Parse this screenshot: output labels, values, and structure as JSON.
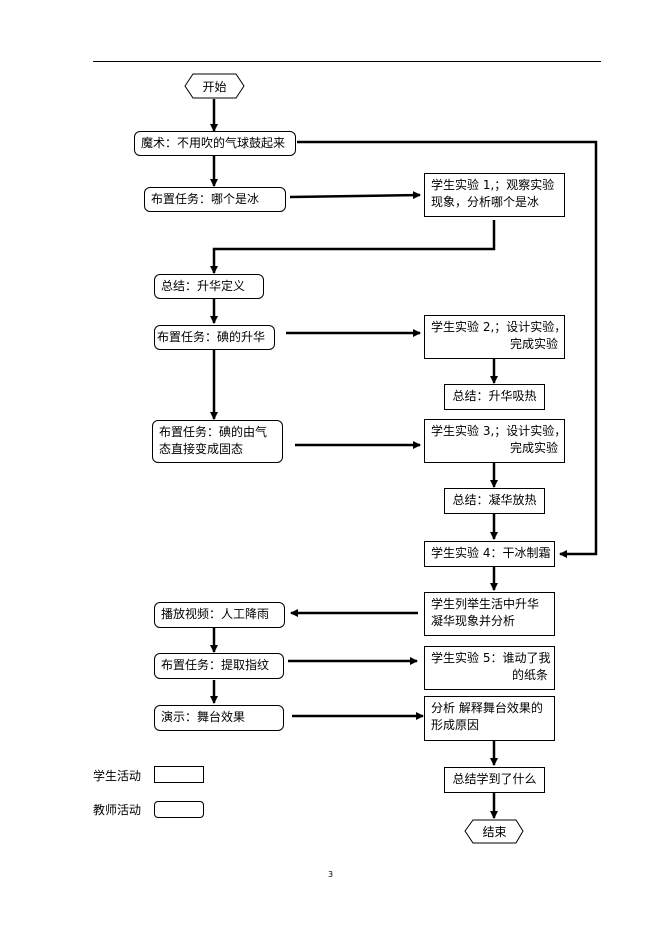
{
  "flowchart": {
    "start": "开始",
    "end": "结束",
    "teacher_nodes": [
      {
        "id": "magic",
        "text": "魔术：不用吹的气球鼓起来"
      },
      {
        "id": "task1",
        "text": "布置任务：哪个是冰"
      },
      {
        "id": "summary-def",
        "text": "总结：升华定义"
      },
      {
        "id": "task2",
        "text": "布置任务：碘的升华"
      },
      {
        "id": "task3",
        "lines": [
          "布置任务：碘的由气",
          "态直接变成固态"
        ]
      },
      {
        "id": "video",
        "text": "播放视频：人工降雨"
      },
      {
        "id": "task4",
        "text": "布置任务：提取指纹"
      },
      {
        "id": "demo",
        "text": "演示：舞台效果"
      }
    ],
    "student_nodes": [
      {
        "id": "exp1",
        "lines": [
          "学生实验 1,；观察实验",
          "现象，分析哪个是冰"
        ]
      },
      {
        "id": "exp2",
        "lines": [
          "学生实验 2,；设计实验，",
          "完成实验"
        ]
      },
      {
        "id": "sum-absorb",
        "text": "总结：升华吸热"
      },
      {
        "id": "exp3",
        "lines": [
          "学生实验 3,；设计实验，",
          "完成实验"
        ]
      },
      {
        "id": "sum-release",
        "text": "总结：凝华放热"
      },
      {
        "id": "exp4",
        "text": "学生实验 4：干冰制霜"
      },
      {
        "id": "list",
        "lines": [
          "学生列举生活中升华",
          "凝华现象并分析"
        ]
      },
      {
        "id": "exp5",
        "lines": [
          "学生实验 5：谁动了我",
          "的纸条"
        ]
      },
      {
        "id": "analysis",
        "lines": [
          "分析  解释舞台效果的",
          "形成原因"
        ]
      },
      {
        "id": "sum-learned",
        "text": "总结学到了什么"
      }
    ]
  },
  "legend": {
    "student": "学生活动",
    "teacher": "教师活动"
  },
  "page_number": "3"
}
